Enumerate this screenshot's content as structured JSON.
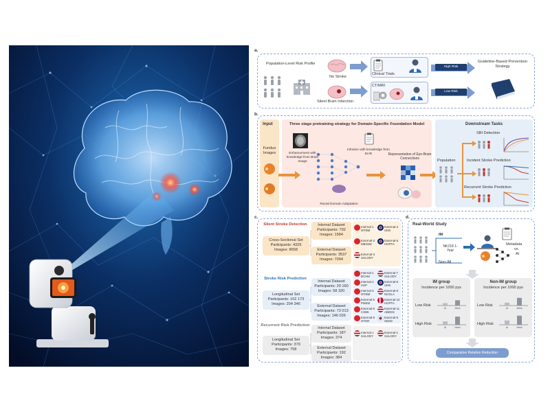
{
  "panel_a": {
    "label": "a.",
    "population_text": "Population-Level Risk Profile",
    "no_stroke": "No Stroke",
    "sbi": "Silent Brain Infarction",
    "clinical_trials": "Clinical Trials",
    "ct_mri": "CT/MRI",
    "high_risk": "High Risk",
    "low_risk": "Low Risk",
    "guideline": "Guideline-Based Prevention Strategy"
  },
  "panel_b": {
    "label": "b.",
    "input_title": "Input",
    "fundus": "Fundus Images",
    "pretrain_title": "Three stage pretraining strategy for Domain-Specific Foundation Model",
    "enhancement": "Enhancement with knowledge from Brain Image",
    "infusion": "Infusion with knowledge from EHR",
    "racial": "Racial Domain Adaptation",
    "representation": "Representation of Eye-Brain Connections",
    "downstream_title": "Downstream Tasks",
    "population": "Population",
    "sbi_detection": "SBI Detection",
    "incident": "Incident Stroke Prediction",
    "recurrent": "Recurrent Stroke Prediction"
  },
  "panel_c": {
    "label": "c.",
    "silent_title": "Silent Stroke Detection",
    "cross_set": "Cross-Sectional Set",
    "cross_participants": "Participants: 4329",
    "cross_images": "Images: 8658",
    "silent_internal": [
      "Internal Dataset",
      "Participants: 792",
      "Images: 1584"
    ],
    "silent_external": [
      "External Dataset",
      "Participants: 3537",
      "Images: 7094"
    ],
    "stroke_title": "Stroke Risk Prediction",
    "long_set": "Longitudinal Set",
    "long_participants": "Participants: 102 173",
    "long_images": "Images: 204 346",
    "stroke_internal": [
      "Internal Dataset",
      "Participants: 29 160",
      "Images: 58 320"
    ],
    "stroke_external": [
      "External Dataset",
      "Participants: 73 013",
      "Images: 146 026"
    ],
    "recurrent_title": "Recurrent Risk Prediction",
    "rec_set": "Longitudinal Set",
    "rec_participants": "Participants: 379",
    "rec_images": "Images: 758",
    "rec_internal": [
      "Internal Dataset",
      "Participants: 187",
      "Images: 374"
    ],
    "rec_external": [
      "External Dataset",
      "Participants: 192",
      "Images: 384"
    ],
    "silent_datasets": [
      {
        "name": "Internal-1 WTBM",
        "flag": "cn"
      },
      {
        "name": "External-4 UKB",
        "flag": "uk"
      },
      {
        "name": "External-2 MBGDE",
        "flag": "cn"
      },
      {
        "name": "External-5 HOPTA",
        "flag": "uk"
      },
      {
        "name": "External-3 SciLODY",
        "flag": "us"
      }
    ],
    "stroke_datasets": [
      {
        "name": "Internal-1 BCHM",
        "flag": "cn"
      },
      {
        "name": "External-7 SciLODY",
        "flag": "us"
      },
      {
        "name": "Internal-2 HSP",
        "flag": "cn"
      },
      {
        "name": "External-8 UKB",
        "flag": "uk"
      },
      {
        "name": "Internal-3 WTBM",
        "flag": "cn"
      },
      {
        "name": "External-9 NCDLA",
        "flag": "us"
      },
      {
        "name": "External-5 PMEM",
        "flag": "cn"
      },
      {
        "name": "External-10 HOPTA",
        "flag": "dk"
      },
      {
        "name": "External-6 CSBK",
        "flag": "cn"
      },
      {
        "name": "External-11 ABEDS",
        "flag": "us"
      },
      {
        "name": "External-6 GTDR",
        "flag": "cn"
      },
      {
        "name": "External-6 SEED",
        "flag": "kr"
      }
    ],
    "rec_datasets": [
      {
        "name": "Internal-1 SciLODY",
        "flag": "us"
      },
      {
        "name": "External-1 SciLODY",
        "flag": "us"
      }
    ]
  },
  "panel_d": {
    "label": "d.",
    "title": "Real-World Study",
    "im": "IM",
    "nk": "NK218 1-Year",
    "non_im": "Non-IM",
    "metadata": "Metadata",
    "vs": "vs.",
    "ai": "AI",
    "im_group": "IM group",
    "non_im_group": "Non-IM group",
    "incidence": "Incidence per 1000 pys",
    "low_risk": "Low Risk",
    "high_risk": "High Risk",
    "bar_ai": "AI",
    "bar_meta": "Meta",
    "result": "Comparative Relative Reduction",
    "bar_values": {
      "im_low": [
        0.25,
        0.55
      ],
      "im_high": [
        0.35,
        0.85
      ],
      "nonim_low": [
        0.3,
        0.8
      ],
      "nonim_high": [
        0.45,
        0.95
      ]
    }
  },
  "colors": {
    "dashed_border": "#8aa4d6",
    "input_bg": "#fbe5c7",
    "pretrain_bg": "#fde8e3",
    "downstream_bg": "#e6eef8",
    "orange_arrow": "#e8943a",
    "blue_arrow": "#7d9ccf",
    "navy": "#1f3f6e"
  }
}
